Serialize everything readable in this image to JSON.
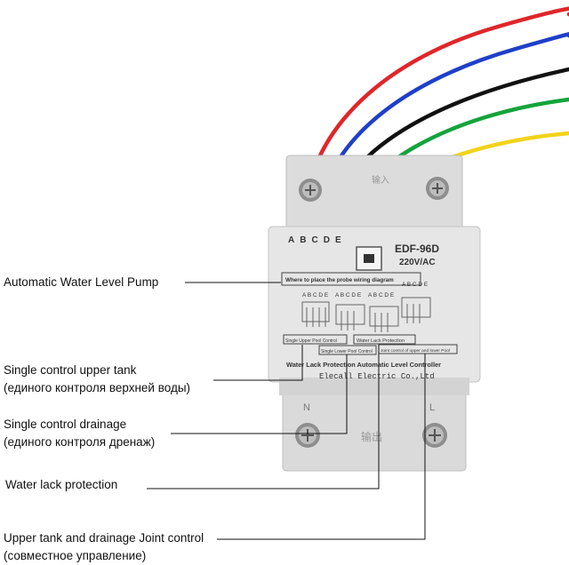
{
  "device": {
    "model": "EDF-96D",
    "voltage": "220V/AC",
    "terminal_letters": [
      "A",
      "B",
      "C",
      "D",
      "E"
    ],
    "diagram_title": "Where to place the probe wiring diagram",
    "diagram_groups": [
      "A B C D E",
      "A B C D E",
      "A B C D E",
      "A B C   D E"
    ],
    "mode_labels": {
      "upper_pool": "Single Upper Pool Control",
      "water_lack": "Water Lack Protection",
      "lower_pool": "Single Lower Pool Control",
      "joint": "Joint control of upper and lower Pool"
    },
    "product_name": "Water Lack Protection Automatic Level Controller",
    "manufacturer": "Elecall Electric Co.,Ltd",
    "terminal_n": "N",
    "terminal_l": "L",
    "top_mark": "输入",
    "bottom_mark": "输出"
  },
  "wire_colors": {
    "red": "#e0262a",
    "blue": "#1f3fc9",
    "black": "#111111",
    "green": "#15a33c",
    "yellow": "#f2d31a"
  },
  "callouts": {
    "auto_pump": "Automatic Water Level Pump",
    "upper_tank_en": "Single control upper tank",
    "upper_tank_ru": "(единого контроля верхней воды)",
    "drainage_en": "Single control drainage",
    "drainage_ru": "(единого контроля дренаж)",
    "water_lack": "Water lack protection",
    "joint_en": "Upper tank and drainage Joint control",
    "joint_ru": "(совместное управление)"
  }
}
